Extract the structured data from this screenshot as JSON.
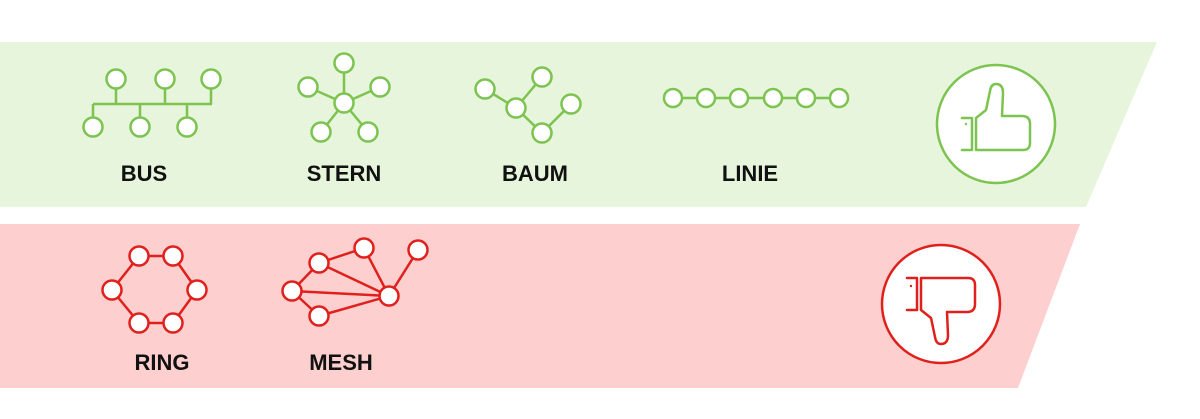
{
  "colors": {
    "good_band": "#e6f5dc",
    "good_stroke": "#7cc350",
    "bad_band": "#fdcfcf",
    "bad_stroke": "#e0201c",
    "label": "#111111"
  },
  "good": {
    "topologies": [
      {
        "id": "bus",
        "label": "BUS"
      },
      {
        "id": "stern",
        "label": "STERN"
      },
      {
        "id": "baum",
        "label": "BAUM"
      },
      {
        "id": "linie",
        "label": "LINIE"
      }
    ],
    "icon": "thumbs-up-icon"
  },
  "bad": {
    "topologies": [
      {
        "id": "ring",
        "label": "RING"
      },
      {
        "id": "mesh",
        "label": "MESH"
      }
    ],
    "icon": "thumbs-down-icon"
  }
}
